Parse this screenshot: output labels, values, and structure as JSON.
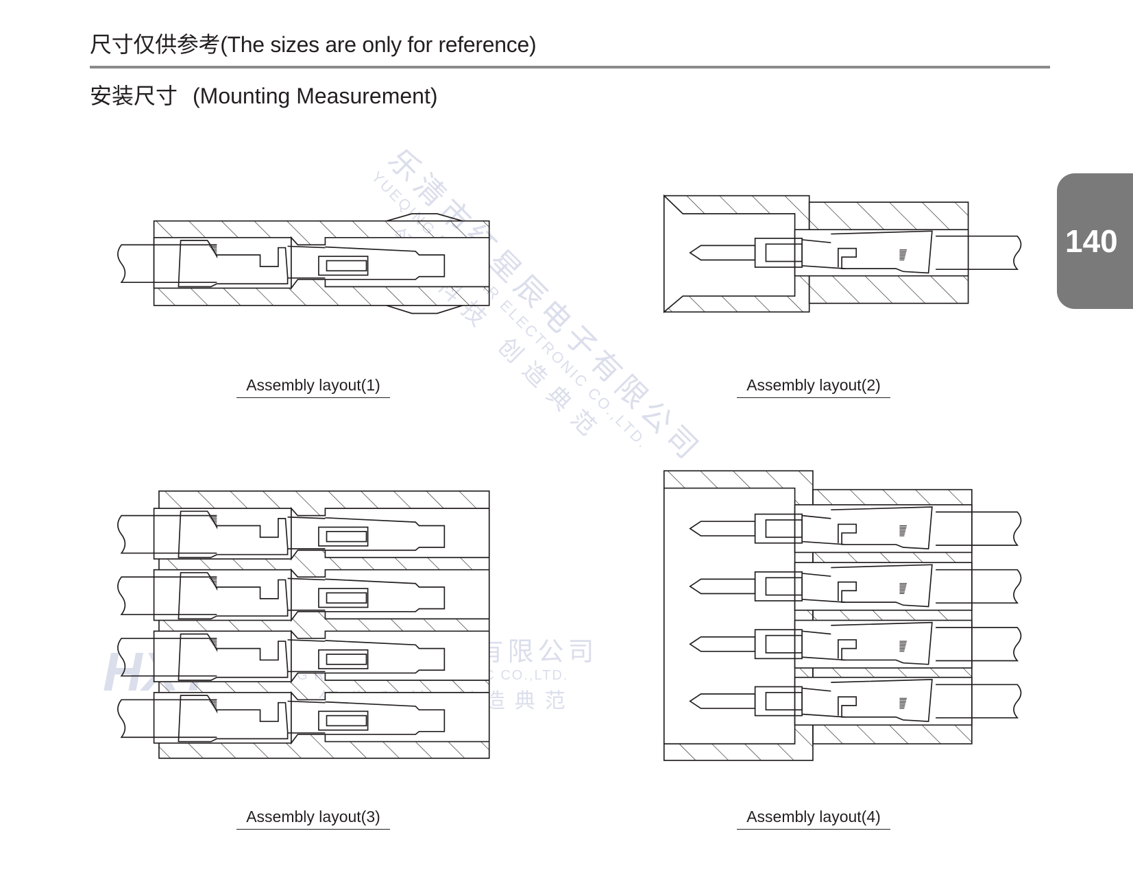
{
  "header": {
    "title": "尺寸仅供参考(The sizes are only for reference)",
    "section_cn": "安装尺寸",
    "section_en": "(Mounting Measurement)"
  },
  "page_tab": "140",
  "figures": [
    {
      "label": "Assembly layout(1)",
      "type": "female",
      "rows": 1
    },
    {
      "label": "Assembly layout(2)",
      "type": "male",
      "rows": 1
    },
    {
      "label": "Assembly layout(3)",
      "type": "female",
      "rows": 4
    },
    {
      "label": "Assembly layout(4)",
      "type": "male",
      "rows": 4
    }
  ],
  "watermark": {
    "logo": "HXT",
    "company_cn": "乐清市红星辰电子有限公司",
    "company_en": "YUEQING REDSTAR ELECTRONIC CO.,LTD.",
    "slogan": "领先科技 创造典范"
  },
  "colors": {
    "ink": "#231f20",
    "rule": "#8a8a8a",
    "tab": "#7a7a7a",
    "watermark": "#9aa3c8"
  }
}
